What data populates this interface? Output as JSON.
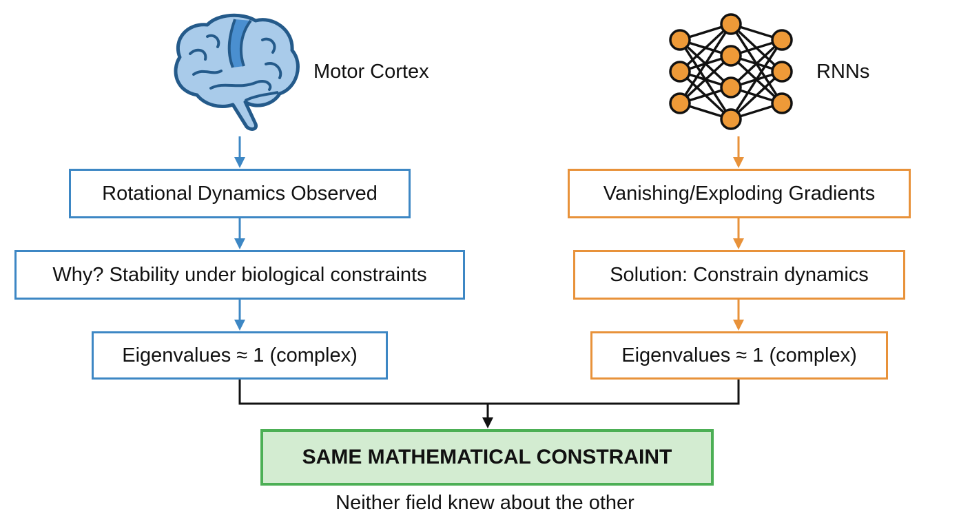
{
  "left": {
    "title": "Motor Cortex",
    "icon": "brain-icon",
    "color": "#3d87c4",
    "steps": [
      "Rotational Dynamics Observed",
      "Why? Stability under biological constraints",
      "Eigenvalues ≈ 1 (complex)"
    ]
  },
  "right": {
    "title": "RNNs",
    "icon": "neural-network-icon",
    "color": "#e8923a",
    "steps": [
      "Vanishing/Exploding Gradients",
      "Solution: Constrain dynamics",
      "Eigenvalues ≈ 1 (complex)"
    ]
  },
  "conclusion": {
    "label": "SAME MATHEMATICAL CONSTRAINT",
    "color": "#4caf55",
    "caption": "Neither field knew about the other"
  }
}
